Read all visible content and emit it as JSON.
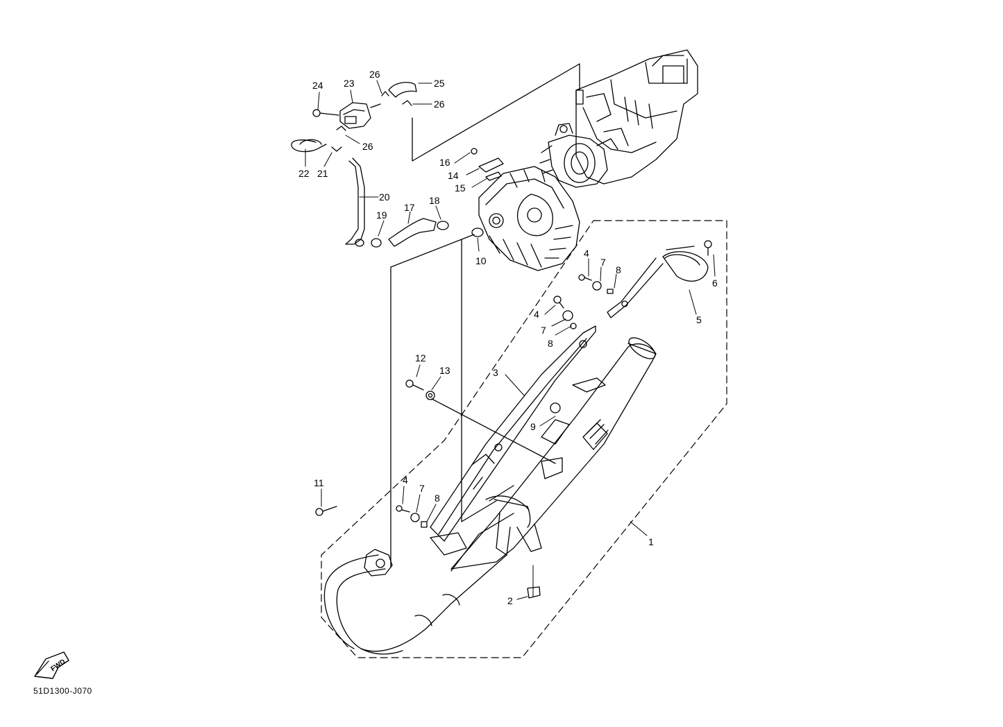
{
  "diagram": {
    "code": "51D1300-J070",
    "fwd_label": "FWD",
    "callouts": {
      "c1": "1",
      "c2": "2",
      "c3": "3",
      "c4a": "4",
      "c4b": "4",
      "c4c": "4",
      "c5": "5",
      "c6": "6",
      "c7a": "7",
      "c7b": "7",
      "c7c": "7",
      "c8a": "8",
      "c8b": "8",
      "c8c": "8",
      "c9": "9",
      "c10": "10",
      "c11": "11",
      "c12": "12",
      "c13": "13",
      "c14": "14",
      "c15": "15",
      "c16": "16",
      "c17": "17",
      "c18": "18",
      "c19": "19",
      "c20": "20",
      "c21": "21",
      "c22": "22",
      "c23": "23",
      "c24": "24",
      "c25": "25",
      "c26a": "26",
      "c26b": "26",
      "c26c": "26"
    }
  }
}
